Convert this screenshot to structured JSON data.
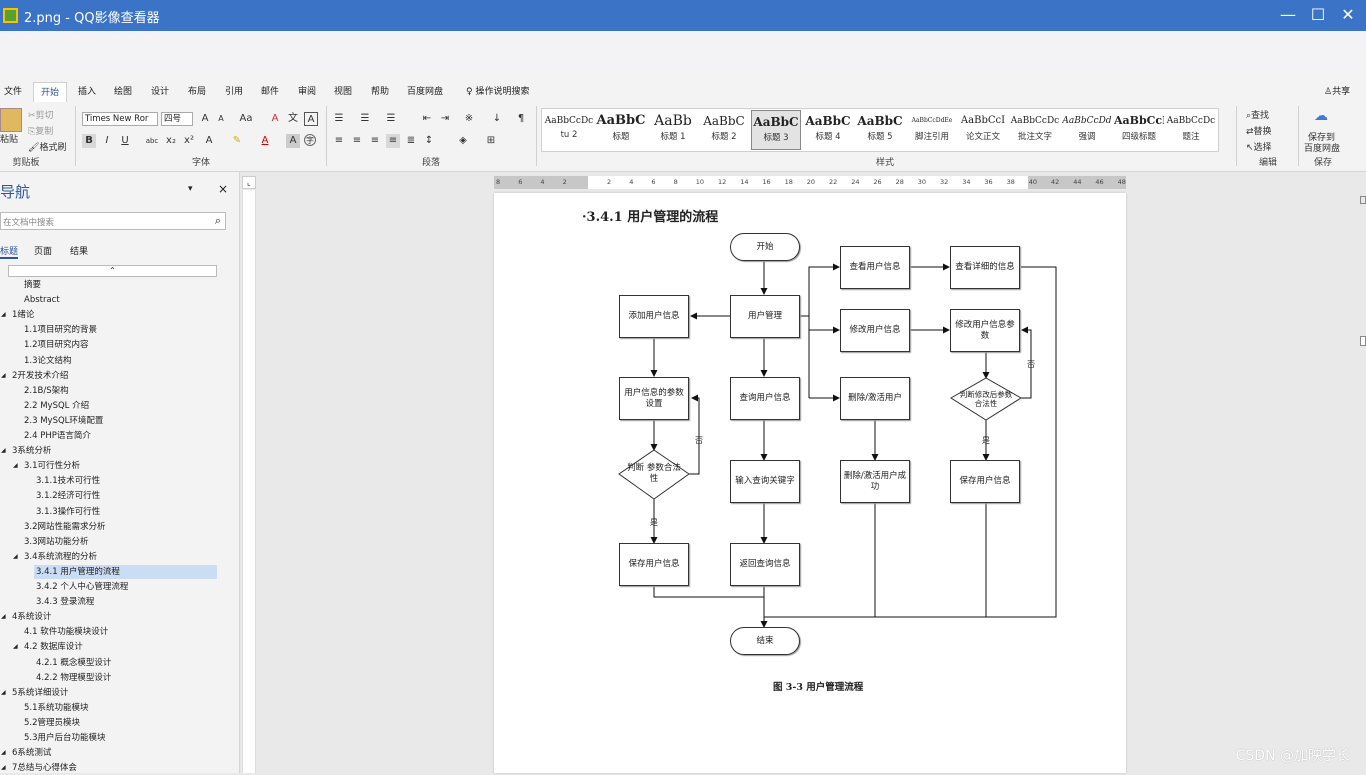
{
  "window": {
    "title": "2.png - QQ影像查看器",
    "buttons": {
      "minimize": "—",
      "maximize": "☐",
      "close": "✕"
    }
  },
  "ribbon": {
    "tabs": [
      "文件",
      "开始",
      "插入",
      "绘图",
      "设计",
      "布局",
      "引用",
      "邮件",
      "审阅",
      "视图",
      "帮助",
      "百度网盘"
    ],
    "active_tab": "开始",
    "tell_me": "操作说明搜索",
    "share": "共享",
    "clipboard": {
      "paste": "粘贴",
      "cut": "剪切",
      "copy": "复制",
      "format_painter": "格式刷",
      "label": "剪贴板"
    },
    "font": {
      "name": "Times New Ror",
      "size": "四号",
      "label": "字体"
    },
    "paragraph": {
      "label": "段落"
    },
    "styles": {
      "label": "样式",
      "items": [
        {
          "preview": "AaBbCcDc",
          "name": "tu 2"
        },
        {
          "preview": "AaBbC",
          "name": "标题"
        },
        {
          "preview": "AaBb",
          "name": "标题 1"
        },
        {
          "preview": "AaBbC",
          "name": "标题 2"
        },
        {
          "preview": "AaBbC",
          "name": "标题 3"
        },
        {
          "preview": "AaBbC",
          "name": "标题 4"
        },
        {
          "preview": "AaBbC",
          "name": "标题 5"
        },
        {
          "preview": "AaBbCcDdEe",
          "name": "脚注引用"
        },
        {
          "preview": "AaBbCcI",
          "name": "论文正文"
        },
        {
          "preview": "AaBbCcDc",
          "name": "批注文字"
        },
        {
          "preview": "AaBbCcDd",
          "name": "强调"
        },
        {
          "preview": "AaBbCcI",
          "name": "四级标题"
        },
        {
          "preview": "AaBbCcDc",
          "name": "题注"
        }
      ]
    },
    "editing": {
      "find": "查找",
      "replace": "替换",
      "select": "选择",
      "label": "编辑"
    },
    "save": {
      "line1": "保存到",
      "line2": "百度网盘",
      "label": "保存"
    }
  },
  "nav": {
    "title": "导航",
    "search_placeholder": "在文档中搜索",
    "tabs": [
      "标题",
      "页面",
      "结果"
    ],
    "items": [
      {
        "text": "摘要",
        "level": 1
      },
      {
        "text": "Abstract",
        "level": 1
      },
      {
        "text": "1绪论",
        "level": 0
      },
      {
        "text": "1.1项目研究的背景",
        "level": 1
      },
      {
        "text": "1.2项目研究内容",
        "level": 1
      },
      {
        "text": "1.3论文结构",
        "level": 1
      },
      {
        "text": "2开发技术介绍",
        "level": 0
      },
      {
        "text": "2.1B/S架构",
        "level": 1
      },
      {
        "text": "2.2 MySQL 介绍",
        "level": 1
      },
      {
        "text": "2.3 MySQL环境配置",
        "level": 1
      },
      {
        "text": "2.4 PHP语言简介",
        "level": 1
      },
      {
        "text": "3系统分析",
        "level": 0
      },
      {
        "text": "3.1可行性分析",
        "level": 1
      },
      {
        "text": "3.1.1技术可行性",
        "level": 2
      },
      {
        "text": "3.1.2经济可行性",
        "level": 2
      },
      {
        "text": "3.1.3操作可行性",
        "level": 2
      },
      {
        "text": "3.2网站性能需求分析",
        "level": 1
      },
      {
        "text": "3.3网站功能分析",
        "level": 1
      },
      {
        "text": "3.4系统流程的分析",
        "level": 1
      },
      {
        "text": "3.4.1 用户管理的流程",
        "level": 2
      },
      {
        "text": "3.4.2 个人中心管理流程",
        "level": 2
      },
      {
        "text": "3.4.3 登录流程",
        "level": 2
      },
      {
        "text": "4系统设计",
        "level": 0
      },
      {
        "text": "4.1 软件功能模块设计",
        "level": 1
      },
      {
        "text": "4.2 数据库设计",
        "level": 1
      },
      {
        "text": "4.2.1 概念模型设计",
        "level": 2
      },
      {
        "text": "4.2.2 物理模型设计",
        "level": 2
      },
      {
        "text": "5系统详细设计",
        "level": 0
      },
      {
        "text": "5.1系统功能模块",
        "level": 1
      },
      {
        "text": "5.2管理员模块",
        "level": 1
      },
      {
        "text": "5.3用户后台功能模块",
        "level": 1
      },
      {
        "text": "6系统测试",
        "level": 0
      },
      {
        "text": "7总结与心得体会",
        "level": 0
      }
    ],
    "selected": "3.4.1 用户管理的流程"
  },
  "ruler_ticks": [
    "8",
    "6",
    "4",
    "2",
    "",
    "2",
    "4",
    "6",
    "8",
    "10",
    "12",
    "14",
    "16",
    "18",
    "20",
    "22",
    "24",
    "26",
    "28",
    "30",
    "32",
    "34",
    "36",
    "38",
    "40",
    "42",
    "44",
    "46",
    "48"
  ],
  "document": {
    "heading": "·3.4.1  用户管理的流程",
    "caption": "图 3-3  用户管理流程",
    "flow": {
      "start": "开始",
      "end": "结束",
      "user_mgmt": "用户管理",
      "add_user": "添加用户信息",
      "param_set": "用户信息的参数设置",
      "judge1": "判断 参数合法性",
      "save1": "保存用户信息",
      "query": "查询用户信息",
      "keyword": "输入查询关键字",
      "return_query": "返回查询信息",
      "view_user": "查看用户信息",
      "view_detail": "查看详细的信息",
      "modify_user": "修改用户信息",
      "modify_param": "修改用户信息参数",
      "judge2": "判断修改后参数合法性",
      "save2": "保存用户信息",
      "delete_user": "删除/激活用户",
      "delete_ok": "删除/激活用户成功",
      "yes": "是",
      "no": "否"
    }
  },
  "watermark": "CSDN @加映学长"
}
